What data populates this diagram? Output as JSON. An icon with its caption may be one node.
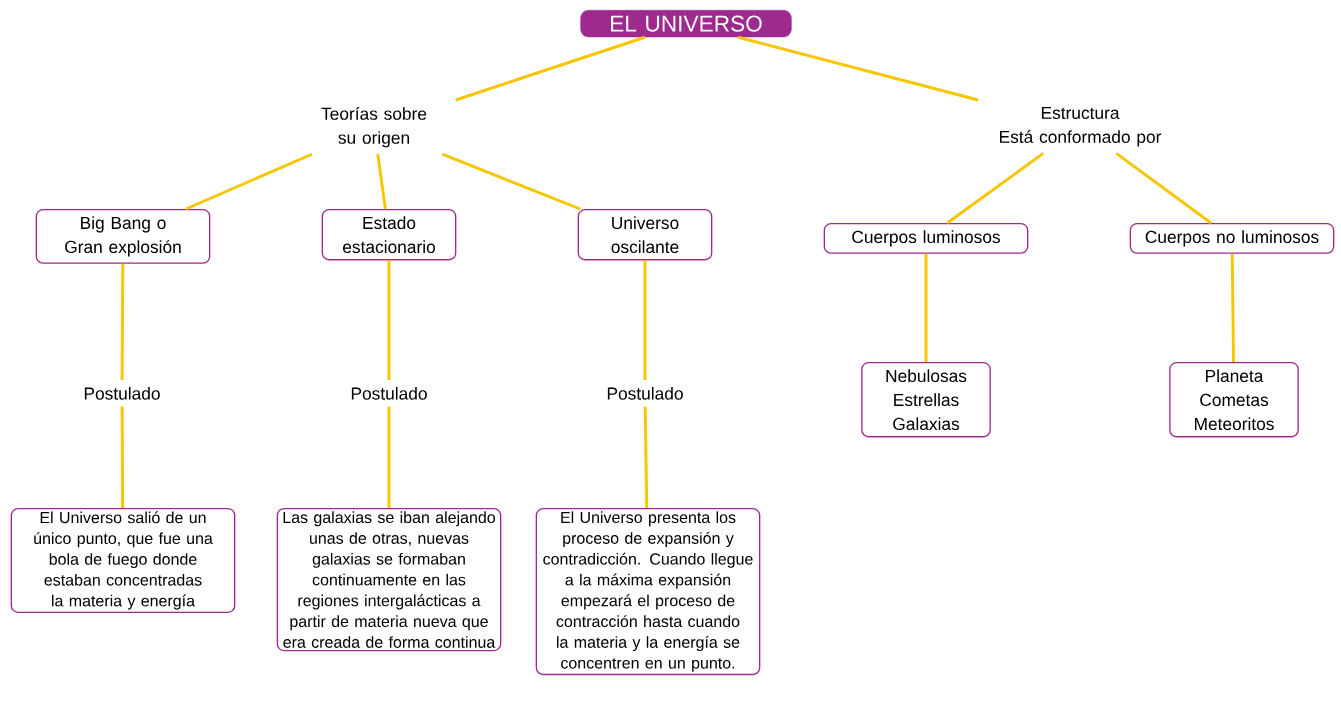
{
  "diagram": {
    "nodes": [
      {
        "text": [
          "EL UNIVERSO"
        ]
      },
      {
        "text": [
          "Teorías sobre su origen"
        ]
      },
      {
        "text": [
          "Estructura",
          "Está conformado por"
        ]
      },
      {
        "text": [
          "Big Bang o Gran explosión"
        ]
      },
      {
        "text": [
          "Estado estacionario"
        ]
      },
      {
        "text": [
          "Universo oscilante"
        ]
      },
      {
        "text": [
          "Cuerpos luminosos"
        ]
      },
      {
        "text": [
          "Cuerpos no luminosos"
        ]
      },
      {
        "text": [
          "Postulado"
        ]
      },
      {
        "text": [
          "Postulado"
        ]
      },
      {
        "text": [
          "Postulado"
        ]
      },
      {
        "text": [
          "Nebulosas Estrellas Galaxias"
        ]
      },
      {
        "text": [
          "Planeta Cometas Meteoritos"
        ]
      },
      {
        "text": [
          "El Universo salió de un único punto, que fue una bola de fuego donde estaban concentradas la materia y energía"
        ]
      },
      {
        "text": [
          "Las galaxias se iban alejando unas de otras, nuevas galaxias se formaban continuamente en las regiones intergalácticas a partir de materia nueva que era creada de forma continua"
        ]
      },
      {
        "text": [
          "El Universo presenta los proceso de expansión y contradicción. Cuando llegue a la máxima expansión empezará el proceso de contracción hasta cuando la materia y la energía se concentren en un punto."
        ]
      }
    ],
    "edges": [
      {
        "from": 0,
        "to": 1,
        "arrow": "none"
      },
      {
        "from": 0,
        "to": 2,
        "arrow": "none"
      },
      {
        "from": 1,
        "to": 3,
        "arrow": "none"
      },
      {
        "from": 1,
        "to": 4,
        "arrow": "none"
      },
      {
        "from": 1,
        "to": 5,
        "arrow": "none"
      },
      {
        "from": 2,
        "to": 6,
        "arrow": "none"
      },
      {
        "from": 2,
        "to": 7,
        "arrow": "none"
      },
      {
        "from": 3,
        "to": 8,
        "arrow": "none"
      },
      {
        "from": 4,
        "to": 9,
        "arrow": "none"
      },
      {
        "from": 5,
        "to": 10,
        "arrow": "none"
      },
      {
        "from": 8,
        "to": 13,
        "arrow": "none"
      },
      {
        "from": 9,
        "to": 14,
        "arrow": "none"
      },
      {
        "from": 10,
        "to": 15,
        "arrow": "none"
      },
      {
        "from": 6,
        "to": 11,
        "arrow": "none"
      },
      {
        "from": 7,
        "to": 12,
        "arrow": "none"
      }
    ]
  }
}
